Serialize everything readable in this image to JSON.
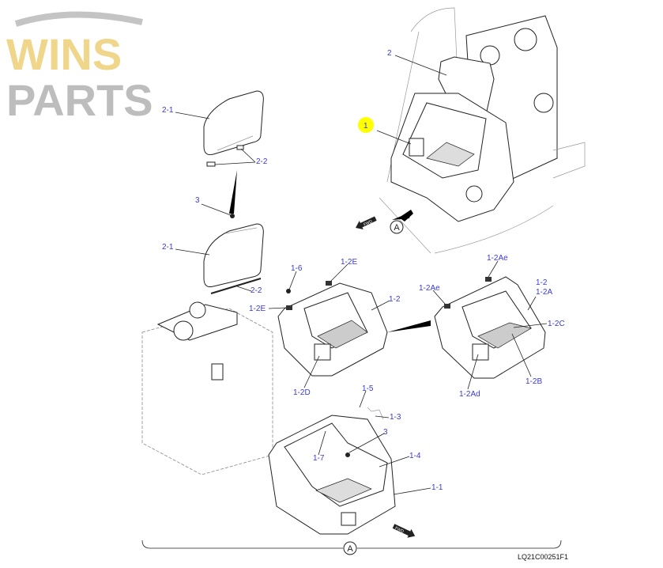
{
  "diagram": {
    "drawing_code": "LQ21C00251F1",
    "watermark": "WINSPARTS",
    "highlight_color": "#ffff00",
    "label_color": "#3a3ad8",
    "view_marker": "A",
    "fwd_label": "FWD",
    "callouts": {
      "c2_top": "2",
      "c1": "1",
      "c21_a": "2-1",
      "c22_a": "2-2",
      "c3_a": "3",
      "c21_b": "2-1",
      "c22_b": "2-2",
      "c16": "1-6",
      "c12E_a": "1-2E",
      "c12E_b": "1-2E",
      "c12_a": "1-2",
      "c12Ae_a": "1-2Ae",
      "c12Ae_b": "1-2Ae",
      "c12_b": "1-2",
      "c12A": "1-2A",
      "c12C": "1-2C",
      "c12B": "1-2B",
      "c12Ad": "1-2Ad",
      "c12D": "1-2D",
      "c15": "1-5",
      "c13": "1-3",
      "c3_b": "3",
      "c17": "1-7",
      "c14": "1-4",
      "c11": "1-1"
    }
  }
}
